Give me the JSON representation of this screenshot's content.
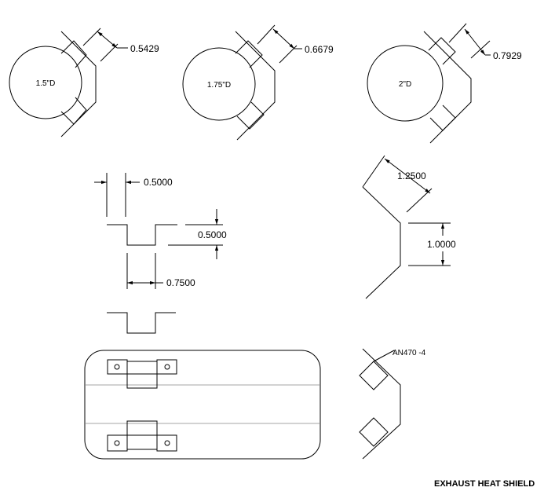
{
  "drawing": {
    "title": "EXHAUST HEAT SHIELD",
    "pipe_views": [
      {
        "pipe_label": "1.5\"D",
        "offset": "0.5429"
      },
      {
        "pipe_label": "1.75\"D",
        "offset": "0.6679"
      },
      {
        "pipe_label": "2\"D",
        "offset": "0.7929"
      }
    ],
    "profile": {
      "top_width": "0.5000",
      "depth": "0.5000",
      "bottom_width": "0.7500"
    },
    "side_view": {
      "diagonal": "1.2500",
      "height": "1.0000"
    },
    "fastener": "AN470  -4"
  }
}
